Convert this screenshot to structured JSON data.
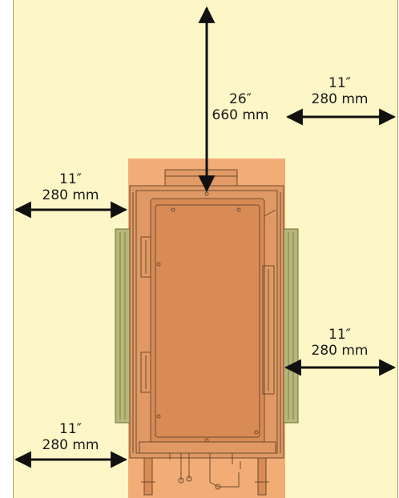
{
  "colors": {
    "clearance_area": "#fdf7c8",
    "clearance_border": "#a89a55",
    "unit_zone": "#f2ad76",
    "unit_body": "#d98b55",
    "unit_outline": "#6b4b2e",
    "side_panel": "#b8b77a",
    "arrow": "#111111"
  },
  "clearances": {
    "top": {
      "inches": "26″",
      "mm": "660 mm"
    },
    "right_upper": {
      "inches": "11″",
      "mm": "280 mm"
    },
    "left_upper": {
      "inches": "11″",
      "mm": "280 mm"
    },
    "right_lower": {
      "inches": "11″",
      "mm": "280 mm"
    },
    "left_lower": {
      "inches": "11″",
      "mm": "280 mm"
    }
  },
  "icons": {
    "unit": "water-heater-unit-icon",
    "arrow": "double-headed-arrow-icon"
  }
}
